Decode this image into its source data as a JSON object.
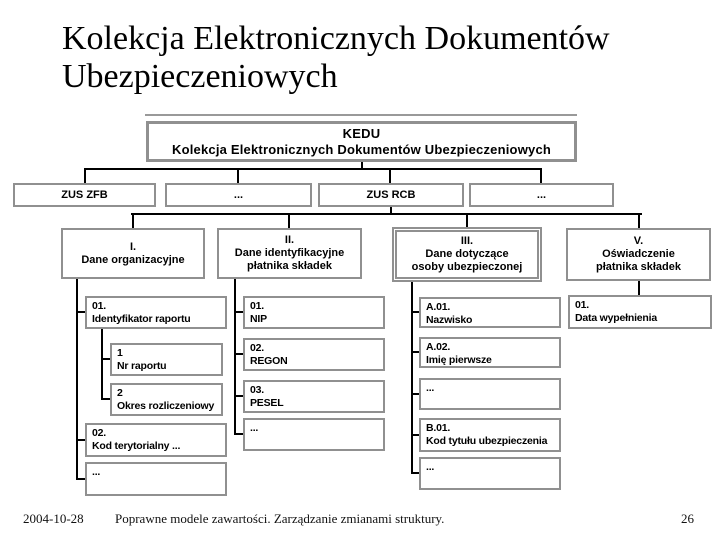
{
  "slide": {
    "title": {
      "line1": "Kolekcja Elektronicznych Dokumentów",
      "line2": "Ubezpieczeniowych"
    },
    "footer": {
      "date": "2004-10-28",
      "subtitle": "Poprawne modele zawartości. Zarządzanie zmianami struktury.",
      "page_number": "26"
    }
  },
  "tree": {
    "root": {
      "abbr": "KEDU",
      "name": "Kolekcja Elektronicznych Dokumentów Ubezpieczeniowych"
    },
    "level2": [
      {
        "label": "ZUS ZFB"
      },
      {
        "label": "..."
      },
      {
        "label": "ZUS RCB"
      },
      {
        "label": "..."
      }
    ],
    "level3": [
      {
        "lines": [
          "I.",
          "Dane organizacyjne"
        ]
      },
      {
        "lines": [
          "II.",
          "Dane identyfikacyjne",
          "płatnika składek"
        ]
      },
      {
        "lines": [
          "III.",
          "Dane dotyczące",
          "osoby ubezpieczonej"
        ],
        "emphasized": true
      },
      {
        "lines": [
          "V.",
          "Oświadczenie",
          "płatnika składek"
        ]
      }
    ],
    "children": {
      "col1": [
        {
          "code": "01.",
          "label": "Identyfikator raportu"
        },
        {
          "code": "1",
          "label": "Nr raportu"
        },
        {
          "code": "2",
          "label": "Okres rozliczeniowy"
        },
        {
          "code": "02.",
          "label": "Kod terytorialny ..."
        },
        {
          "code": "...",
          "label": ""
        }
      ],
      "col2": [
        {
          "code": "01.",
          "label": "NIP"
        },
        {
          "code": "02.",
          "label": "REGON"
        },
        {
          "code": "03.",
          "label": "PESEL"
        },
        {
          "code": "...",
          "label": ""
        }
      ],
      "col3": [
        {
          "code": "A.01.",
          "label": "Nazwisko"
        },
        {
          "code": "A.02.",
          "label": "Imię pierwsze"
        },
        {
          "code": "...",
          "label": ""
        },
        {
          "code": "B.01.",
          "label": "Kod tytułu ubezpieczenia"
        },
        {
          "code": "...",
          "label": ""
        }
      ],
      "col4": [
        {
          "code": "01.",
          "label": "Data wypełnienia"
        }
      ]
    }
  },
  "colors": {
    "background": "#ffffff",
    "box_border": "#909090",
    "connector": "#000000",
    "underline": "#999999",
    "text": "#000000"
  }
}
